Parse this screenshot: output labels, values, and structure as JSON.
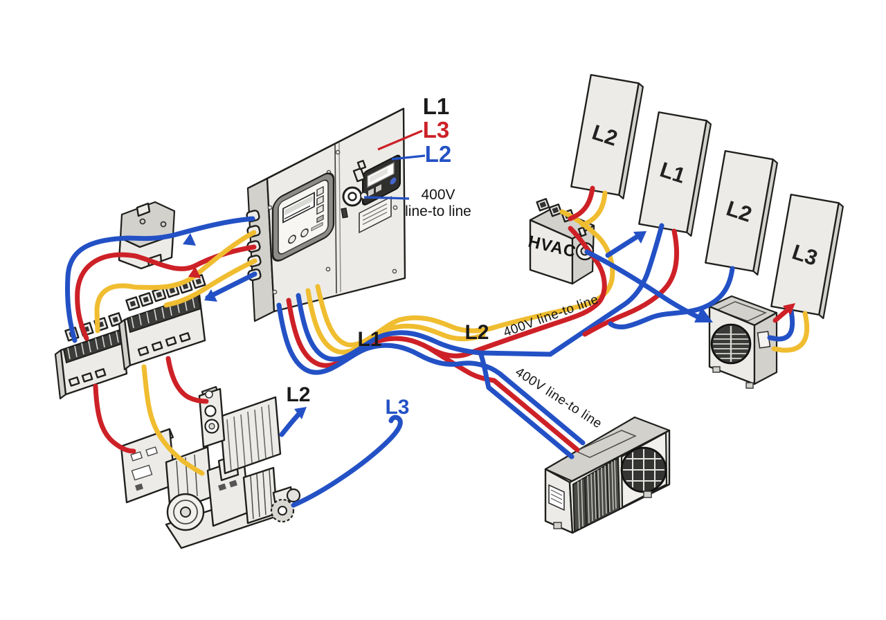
{
  "callouts": {
    "phases_top": [
      {
        "text": "L1",
        "color": "#1a1a1a"
      },
      {
        "text": "L3",
        "color": "#cb2127"
      },
      {
        "text": "L2",
        "color": "#2351c5"
      }
    ],
    "voltage_note": [
      "400V",
      "line-to line"
    ],
    "conductors": [
      {
        "text": "L1",
        "color": "#1a1a1a"
      },
      {
        "text": "L2",
        "color": "#1a1a1a"
      },
      {
        "text": "L3",
        "color": "#2351c5"
      }
    ],
    "line_to_line_notes": [
      "400V line-to line",
      "400V line-to line"
    ],
    "motor_branch": "L2"
  },
  "devices": {
    "hvac_unit_label": "HVAC",
    "wall_panels": [
      "L2",
      "L1",
      "L2",
      "L3"
    ]
  },
  "icons": [
    "flow-arrow-blue",
    "flow-arrow-red",
    "fan-grille",
    "meter-display",
    "knob-dial"
  ],
  "colors": {
    "phase_red": "#cd2127",
    "phase_blue": "#2351c5",
    "phase_yellow": "#f0bd30",
    "outline": "#1f1f1d",
    "enclosure_fill": "#ecebe7"
  }
}
